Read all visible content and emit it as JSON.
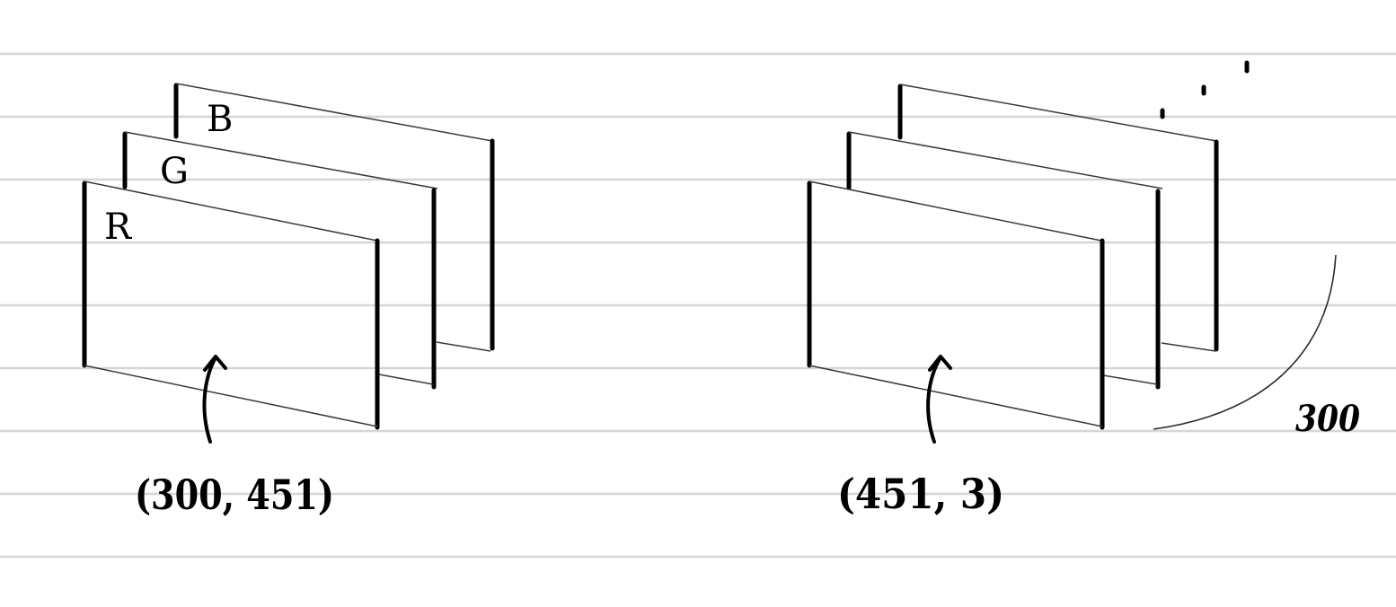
{
  "left_stack": {
    "channels": [
      "R",
      "G",
      "B"
    ],
    "shape_label": "(300, 451)"
  },
  "right_stack": {
    "shape_label": "(451, 3)",
    "dimension_label": "300"
  }
}
